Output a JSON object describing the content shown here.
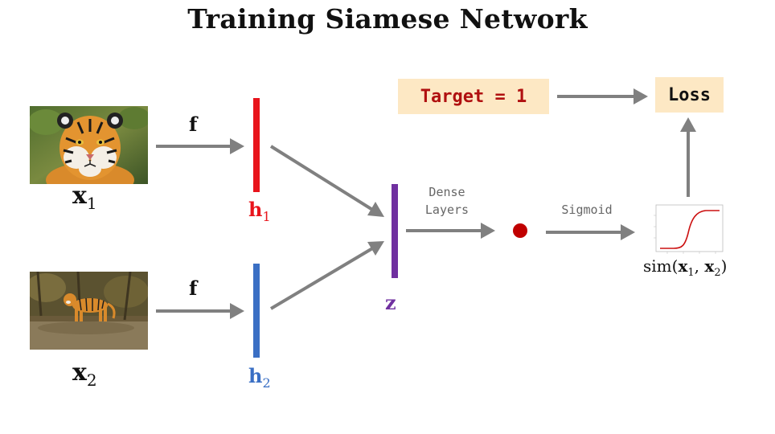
{
  "title": "Training Siamese Network",
  "inputs": [
    {
      "label": "x",
      "subscript": "1",
      "image": "tiger-face-photo"
    },
    {
      "label": "x",
      "subscript": "2",
      "image": "tiger-standing-photo"
    }
  ],
  "function_label": "f",
  "embeddings": [
    {
      "label": "h",
      "subscript": "1",
      "color": "#e8141c"
    },
    {
      "label": "h",
      "subscript": "2",
      "color": "#3a6fc4"
    }
  ],
  "combined": {
    "label": "z",
    "color": "#7030a0"
  },
  "dense_label_line1": "Dense",
  "dense_label_line2": "Layers",
  "sigmoid_label": "Sigmoid",
  "output_dot_color": "#c00000",
  "similarity": {
    "func": "sim(",
    "a": "x",
    "a_sub": "1",
    "sep": ", ",
    "b": "x",
    "b_sub": "2",
    "close": ")"
  },
  "target_label": "Target = 1",
  "loss_label": "Loss",
  "arrow_color": "#808080"
}
